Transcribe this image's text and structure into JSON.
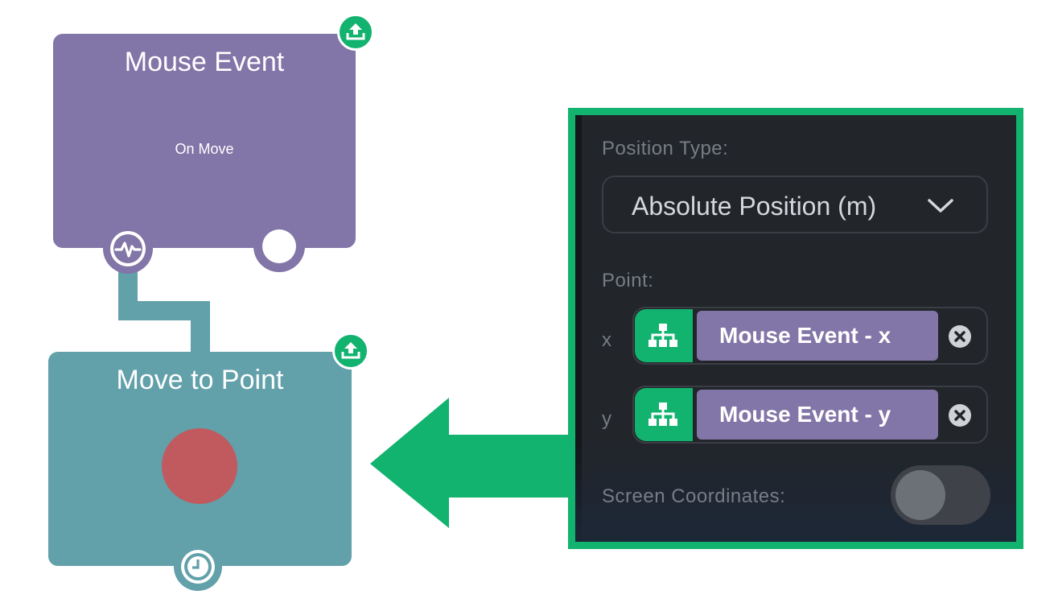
{
  "mouse_node": {
    "title": "Mouse Event",
    "subtitle": "On Move",
    "color": "#8275a7"
  },
  "move_node": {
    "title": "Move to Point",
    "color": "#62a0aa",
    "indicator_color": "#c05a5e"
  },
  "accent_color": "#12b26f",
  "panel": {
    "position_type_label": "Position Type:",
    "position_type_value": "Absolute Position (m)",
    "point_label": "Point:",
    "x_label": "x",
    "y_label": "y",
    "x_value": "Mouse Event - x",
    "y_value": "Mouse Event - y",
    "screen_coordinates_label": "Screen Coordinates:",
    "screen_coordinates_on": false
  },
  "icons": {
    "upload": "upload-icon",
    "pulse": "pulse-icon",
    "clock": "clock-icon",
    "hierarchy": "hierarchy-icon",
    "clear": "clear-icon",
    "chevron": "chevron-down-icon"
  }
}
